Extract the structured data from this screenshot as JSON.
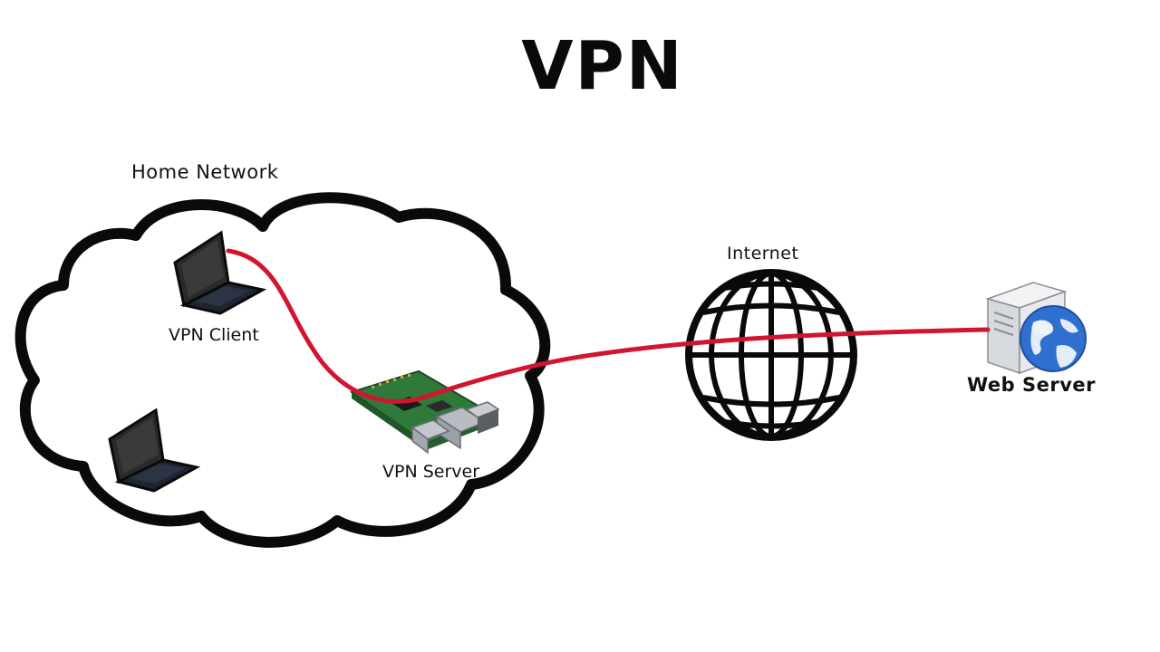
{
  "title": "VPN",
  "nodes": {
    "home_network": "Home Network",
    "vpn_client": "VPN Client",
    "vpn_server": "VPN Server",
    "internet": "Internet",
    "web_server": "Web Server"
  },
  "colors": {
    "tunnel": "#d2152e",
    "outline": "#0a0a0a",
    "board": "#2f7a3a"
  },
  "icons": [
    "cloud-icon",
    "laptop-icon",
    "raspberry-pi-board-icon",
    "globe-icon",
    "web-server-icon"
  ]
}
